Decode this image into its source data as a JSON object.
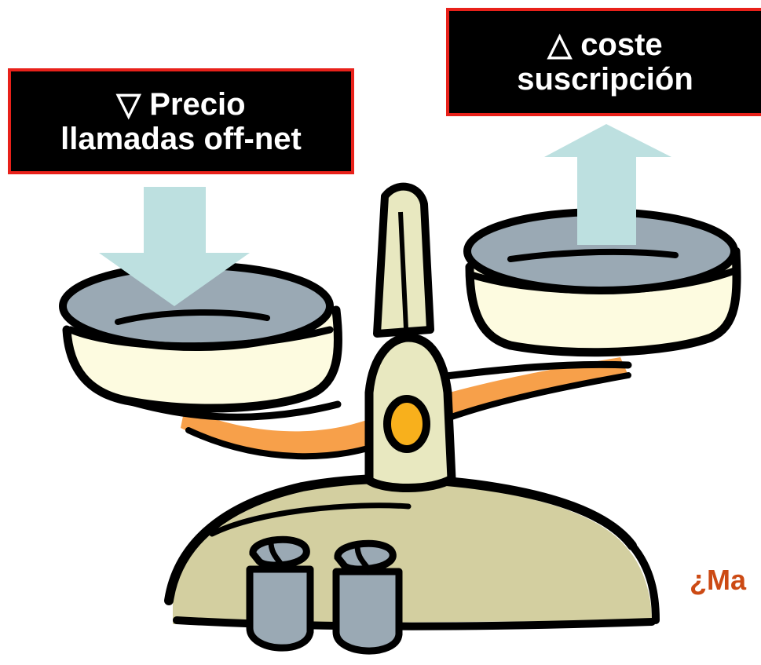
{
  "labels": {
    "left": {
      "symbol": "▽",
      "line1": "Precio",
      "line2": "llamadas off-net"
    },
    "right": {
      "symbol": "△",
      "line1": "coste",
      "line2": "suscripción"
    }
  },
  "question_text": "¿Ma",
  "colors": {
    "box_border": "#e8211a",
    "box_fill": "#000000",
    "arrow": "#bde0e0",
    "beam": "#f7a04a",
    "pan_bowl": "#fdfbe0",
    "pan_inner": "#9aa9b4",
    "base": "#d3cfa0",
    "weights": "#9aa9b4",
    "pivot": "#f8b01c",
    "question_text": "#cc4a14"
  },
  "icons": {
    "down_arrow": "down-arrow",
    "up_arrow": "up-arrow",
    "scale": "balance-scale"
  }
}
